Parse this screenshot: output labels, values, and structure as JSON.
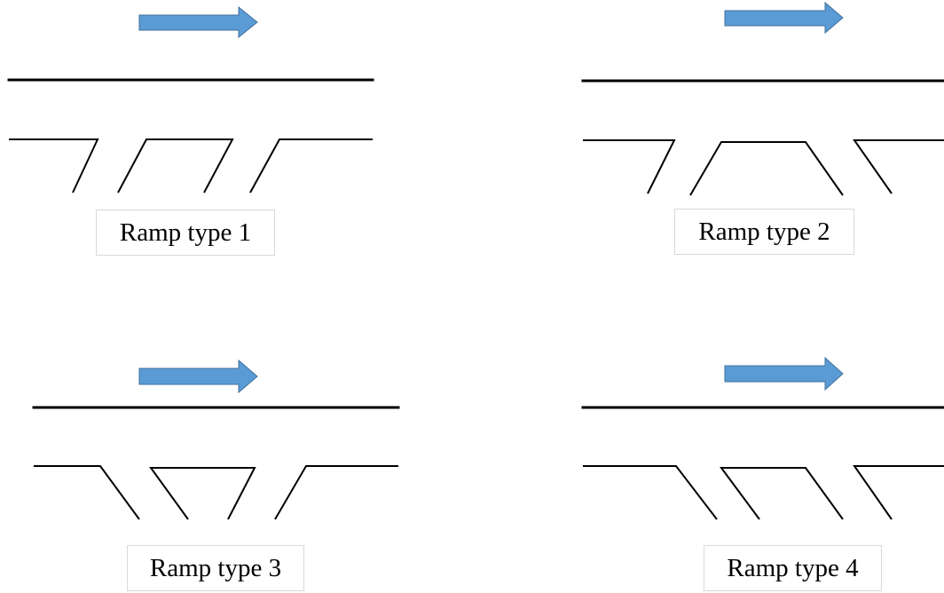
{
  "panels": [
    {
      "label": "Ramp type 1",
      "ramps": [
        "on",
        "off",
        "on",
        "off"
      ]
    },
    {
      "label": "Ramp type 2",
      "ramps": [
        "on",
        "off",
        "diverge",
        "diverge"
      ]
    },
    {
      "label": "Ramp type 3",
      "ramps": [
        "diverge",
        "diverge",
        "on",
        "off"
      ]
    },
    {
      "label": "Ramp type 4",
      "ramps": [
        "diverge",
        "diverge",
        "diverge",
        "diverge"
      ]
    }
  ],
  "colors": {
    "arrow_fill": "#5b9bd5",
    "arrow_stroke": "#41719c",
    "road": "#000000"
  },
  "icons": {
    "direction": "right-arrow-icon"
  }
}
